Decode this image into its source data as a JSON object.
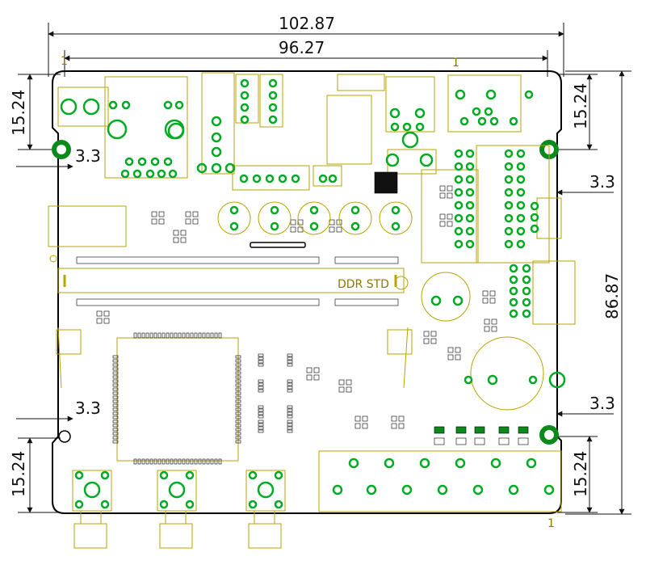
{
  "dimensions": {
    "overall_width": "102.87",
    "inner_width": "96.27",
    "height": "86.87",
    "left_top": "15.24",
    "left_bottom": "15.24",
    "right_top": "15.24",
    "right_bottom": "15.24",
    "hole_offset_top_left": "3.3",
    "hole_offset_bottom_left": "3.3",
    "hole_offset_top_right": "3.3",
    "hole_offset_bottom_right": "3.3"
  },
  "labels": {
    "ddr": "DDR STD",
    "pin1_top": "1",
    "pin1_bottom": "1",
    "pin1_topleft": "1"
  },
  "colors": {
    "silk": "#b8a300",
    "copper": "#00aa22",
    "outline": "#000000",
    "dim": "#111111"
  }
}
